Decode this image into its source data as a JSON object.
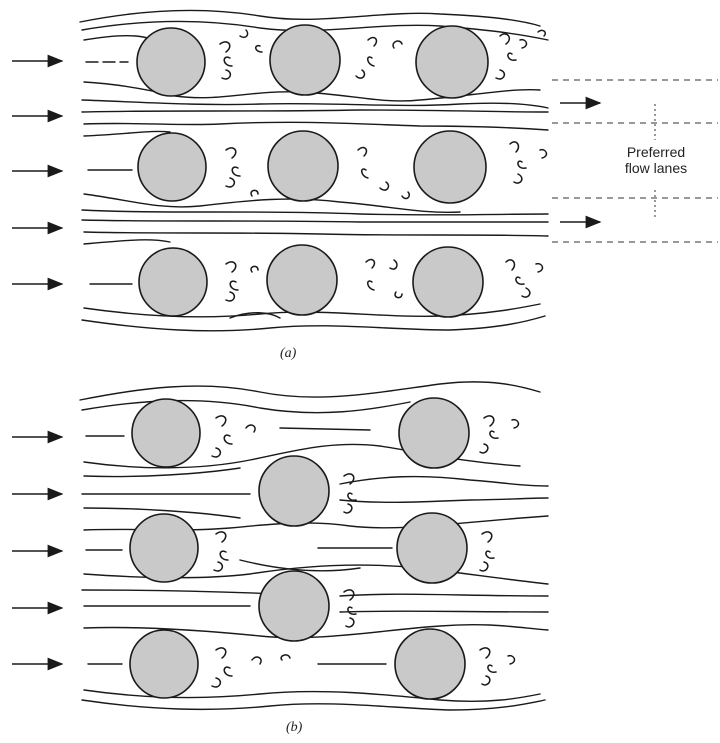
{
  "panel_a": {
    "caption": "(a)",
    "annotation_line1": "Preferred",
    "annotation_line2": "flow lanes",
    "arrangement": "in-line"
  },
  "panel_b": {
    "caption": "(b)",
    "arrangement": "staggered"
  },
  "colors": {
    "tube_fill": "#c9c9c9",
    "stroke": "#1a1a1a",
    "background": "#ffffff"
  },
  "icons": {
    "flow_arrow": "right-arrow-icon",
    "tube": "circle"
  }
}
